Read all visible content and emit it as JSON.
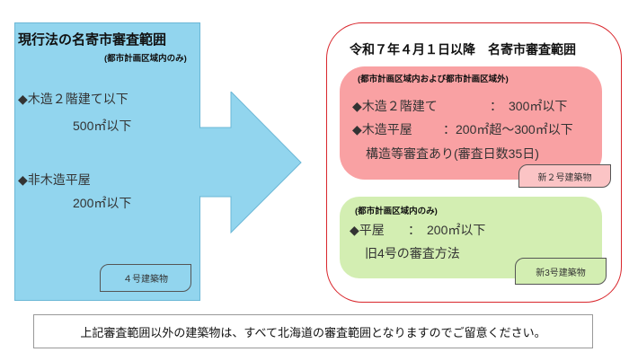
{
  "colors": {
    "left_fill": "#92d5ee",
    "pink_fill": "#f9a1a3",
    "green_fill": "#d3eeb2",
    "outer_border": "#d9262c"
  },
  "current": {
    "title": "現行法の名寄市審査範囲",
    "scope": "(都市計画区域内のみ)",
    "item1": "◆木造２階建て以下",
    "item1_value": "500㎡以下",
    "item2": "◆非木造平屋",
    "item2_value": "200㎡以下",
    "tag": "４号建築物"
  },
  "new": {
    "title": "令和７年４月１日以降　名寄市審査範囲",
    "pink": {
      "scope": "(都市計画区域内および都市計画区域外)",
      "line1_label": "◆木造２階建て",
      "line1_value": "：　300㎡以下",
      "line2_label": "◆木造平屋",
      "line2_value": "：200㎡超～300㎡以下",
      "line3": "構造等審査あり(審査日数35日)",
      "tag": "新２号建築物"
    },
    "green": {
      "scope": "(都市計画区域内のみ)",
      "line1_label": "◆平屋",
      "line1_value": "：　200㎡以下",
      "line2": "旧4号の審査方法",
      "tag": "新3号建築物"
    }
  },
  "note": "上記審査範囲以外の建築物は、すべて北海道の審査範囲となりますのでご留意ください。"
}
